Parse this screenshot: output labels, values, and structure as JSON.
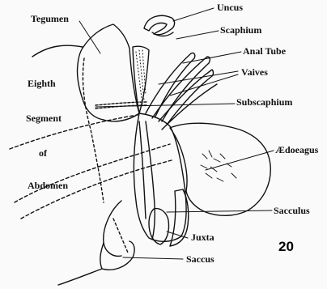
{
  "figure_number": "20",
  "labels": {
    "uncus": "Uncus",
    "tegumen": "Tegumen",
    "scaphium": "Scaphium",
    "anal_tube": "Anal Tube",
    "valves": "Vaives",
    "eighth": "Eighth",
    "segment": "Segment",
    "of": "of",
    "abdomen": "Abdomen",
    "subscaphium": "Subscaphium",
    "aedoeagus": "Ædoeagus",
    "sacculus": "Sacculus",
    "juxta": "Juxta",
    "saccus": "Saccus"
  },
  "colors": {
    "ink": "#111111",
    "paper": "#fafafa"
  }
}
